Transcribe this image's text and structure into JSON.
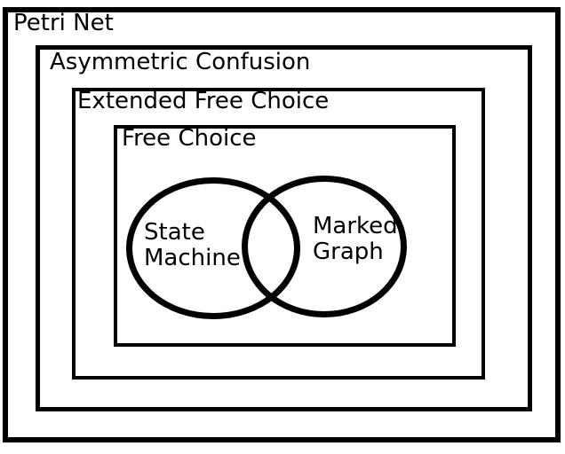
{
  "diagram": {
    "type": "euler-diagram",
    "topic": "Petri net class hierarchy",
    "labels": {
      "petri_net": "Petri Net",
      "asymmetric_confusion": "Asymmetric Confusion",
      "extended_free_choice": "Extended Free Choice",
      "free_choice": "Free Choice",
      "state_machine_line1": "State",
      "state_machine_line2": "Machine",
      "marked_graph_line1": "Marked",
      "marked_graph_line2": "Graph"
    },
    "containment_order": [
      "Petri Net",
      "Asymmetric Confusion",
      "Extended Free Choice",
      "Free Choice"
    ],
    "overlapping_sets": [
      "State Machine",
      "Marked Graph"
    ],
    "colors": {
      "stroke": "#000000",
      "background": "#ffffff",
      "text": "#000000"
    }
  }
}
